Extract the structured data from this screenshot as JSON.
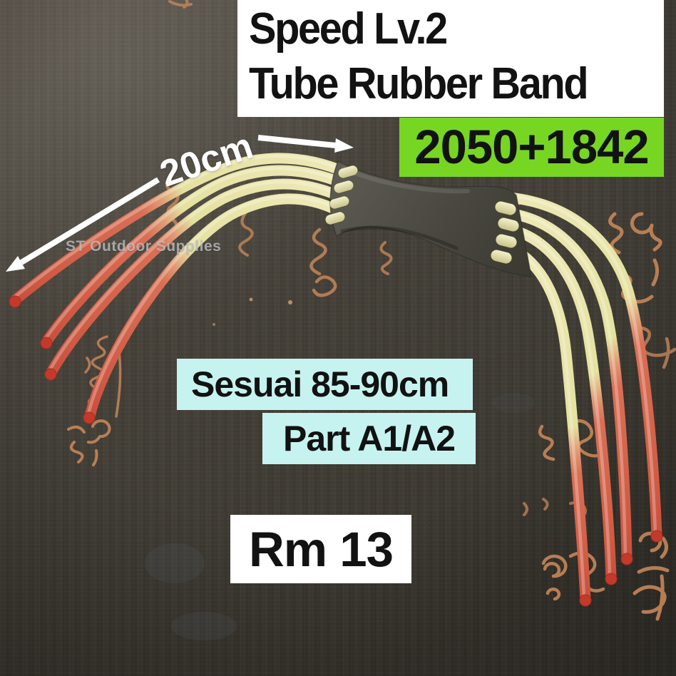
{
  "overlays": {
    "title": {
      "line1": "Speed Lv.2",
      "line2": "Tube Rubber Band"
    },
    "model_badge": "2050+1842",
    "dimension_label": "20cm",
    "fit_label": "Sesuai 85-90cm",
    "part_label": "Part A1/A2",
    "price": "Rm 13",
    "watermark": "ST Outdoor Supplies"
  },
  "colors": {
    "badge_green": "#77d622",
    "info_box_cyan": "#c6f3ef",
    "text_box_white": "#ffffff",
    "overlay_text_black": "#121212",
    "arrow_white": "#ffffff",
    "watermark_gray": "#bcbcbc",
    "tube_cream": "#e8e4ab",
    "tube_red": "#d96a52",
    "tube_tip_red": "#c5392b",
    "pouch_gray": "#4c4b44",
    "fabric_background": "#45413a",
    "calligraphy_copper": "#c4845a"
  }
}
